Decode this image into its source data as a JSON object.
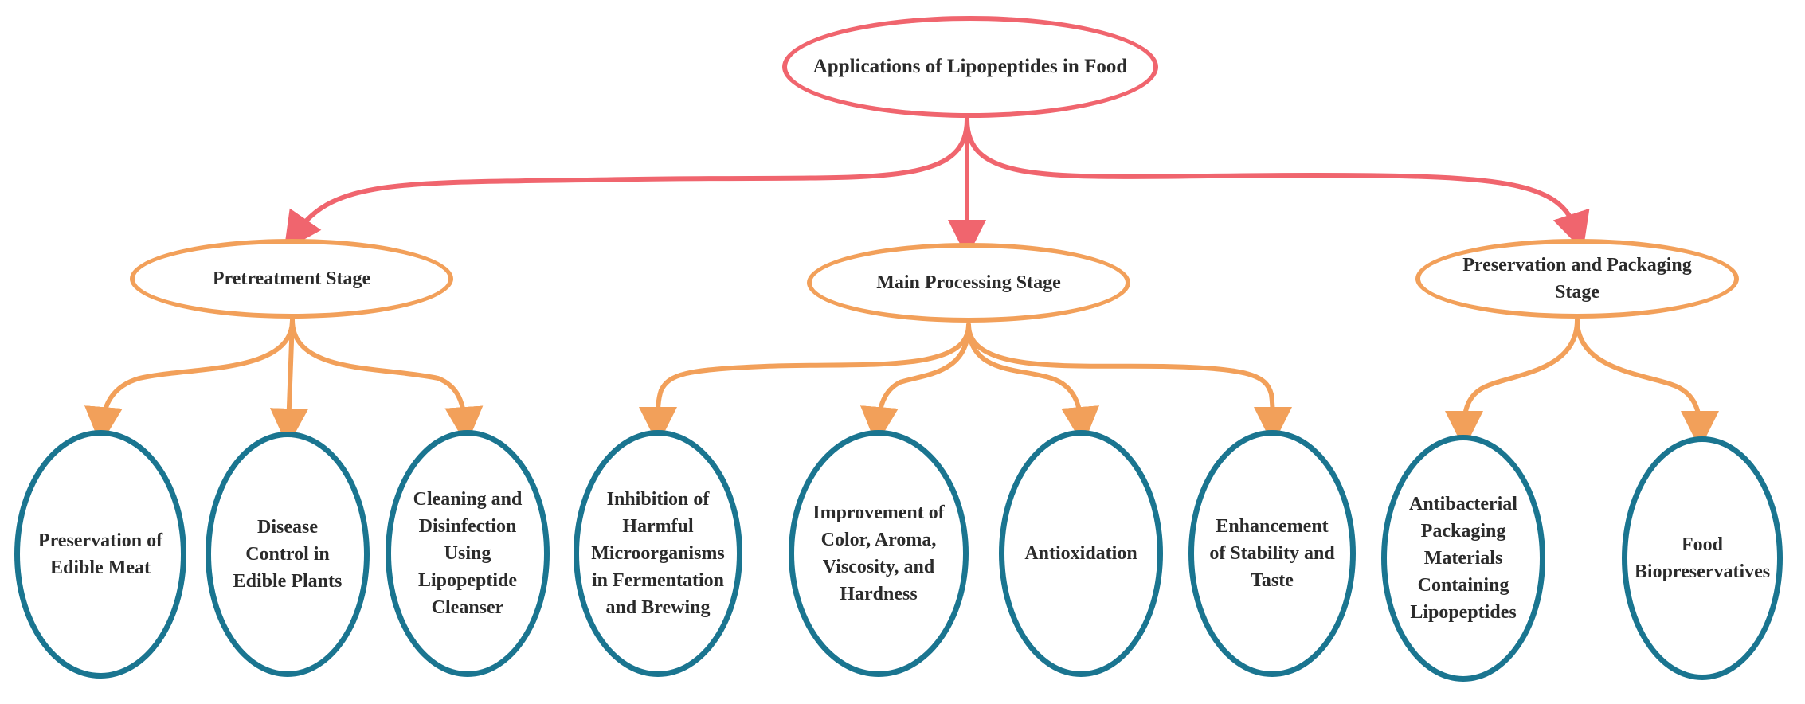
{
  "colors": {
    "root": "#f0656e",
    "stage": "#f2a05a",
    "leaf": "#1a7590"
  },
  "root": {
    "label": "Applications of Lipopeptides in Food"
  },
  "stages": [
    {
      "label": "Pretreatment Stage"
    },
    {
      "label": "Main Processing Stage"
    },
    {
      "label": "Preservation and Packaging Stage"
    }
  ],
  "leaves": [
    {
      "label": "Preservation of Edible Meat"
    },
    {
      "label": "Disease Control in Edible Plants"
    },
    {
      "label": "Cleaning and Disinfection Using Lipopeptide Cleanser"
    },
    {
      "label": "Inhibition of Harmful Microorganisms in Fermentation and Brewing"
    },
    {
      "label": "Improvement of Color, Aroma, Viscosity, and Hardness"
    },
    {
      "label": "Antioxidation"
    },
    {
      "label": "Enhancement of Stability and Taste"
    },
    {
      "label": "Antibacterial Packaging Materials Containing Lipopeptides"
    },
    {
      "label": "Food Biopreservatives"
    }
  ]
}
